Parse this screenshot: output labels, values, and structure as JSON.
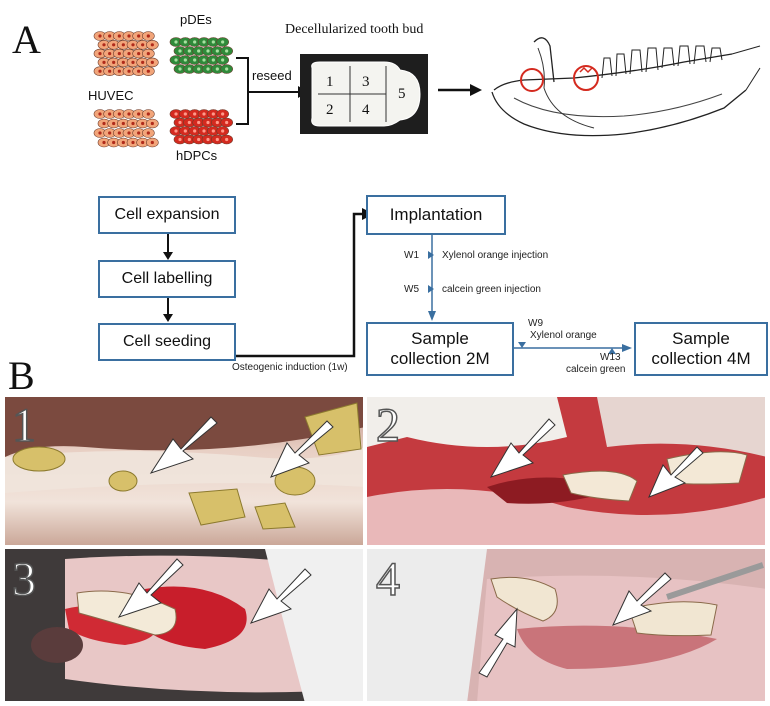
{
  "panel_a": {
    "letter": "A",
    "cells": {
      "huvec": "HUVEC",
      "pdes": "pDEs",
      "hdpcs": "hDPCs",
      "reseed": "reseed"
    },
    "tooth_bud": {
      "title": "Decellularized tooth bud",
      "regions": [
        "1",
        "2",
        "3",
        "4",
        "5"
      ]
    }
  },
  "flow": {
    "steps": [
      "Cell expansion",
      "Cell labelling",
      "Cell seeding"
    ],
    "implantation": "Implantation",
    "osteogenic": "Osteogenic induction (1w)",
    "w1": "W1",
    "xylenol1": "Xylenol orange injection",
    "w5": "W5",
    "calcein1": "calcein green  injection",
    "sample2m": [
      "Sample",
      "collection 2M"
    ],
    "w9": "W9",
    "xylenol2": "Xylenol orange",
    "w13": "W13",
    "calcein2": "calcein green",
    "sample4m": [
      "Sample",
      "collection 4M"
    ]
  },
  "panel_b": {
    "letter": "B",
    "photos": [
      "1",
      "2",
      "3",
      "4"
    ]
  },
  "colors": {
    "box_border": "#3a6fa0",
    "huvec_cell": "#f2a57a",
    "pdes_cell": "#2f8a3a",
    "hdpcs_cell": "#d42a1f",
    "tissue_red": "#c0202a"
  }
}
